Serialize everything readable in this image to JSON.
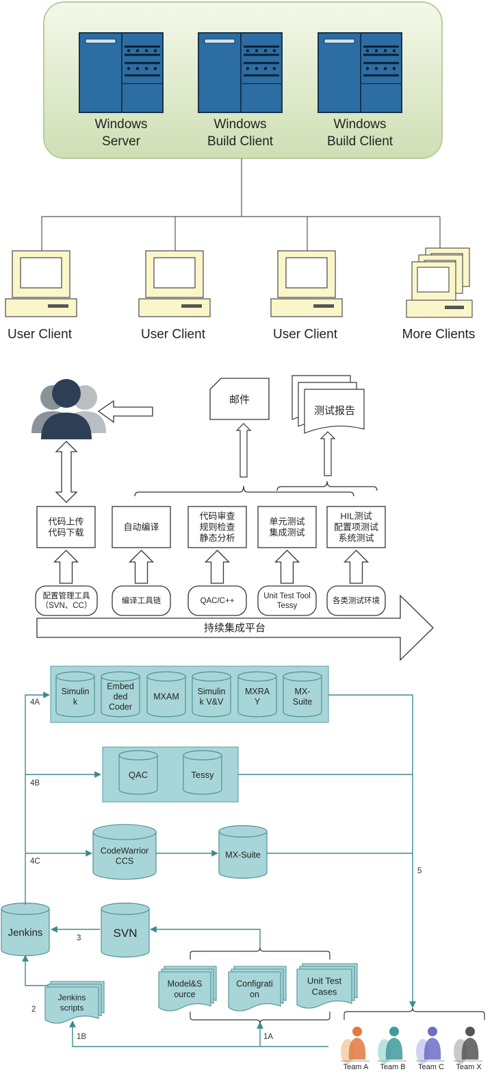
{
  "network": {
    "servers": [
      {
        "line1": "Windows",
        "line2": "Server"
      },
      {
        "line1": "Windows",
        "line2": "Build Client"
      },
      {
        "line1": "Windows",
        "line2": "Build Client"
      }
    ],
    "clients": [
      "User Client",
      "User Client",
      "User Client",
      "More Clients"
    ]
  },
  "ci": {
    "mail_label": "邮件",
    "report_label": "测试报告",
    "steps": [
      {
        "lines": [
          "代码上传",
          "代码下载"
        ]
      },
      {
        "lines": [
          "自动编译"
        ]
      },
      {
        "lines": [
          "代码审查",
          "规则检查",
          "静态分析"
        ]
      },
      {
        "lines": [
          "单元测试",
          "集成测试"
        ]
      },
      {
        "lines": [
          "HIL测试",
          "配置项测试",
          "系统测试"
        ]
      }
    ],
    "tools": [
      {
        "lines": [
          "配置管理工具",
          "（SVN、CC）"
        ]
      },
      {
        "lines": [
          "编译工具链"
        ]
      },
      {
        "lines": [
          "QAC/C++"
        ]
      },
      {
        "lines": [
          "Unit Test Tool",
          "Tessy"
        ]
      },
      {
        "lines": [
          "各类测试环境"
        ]
      }
    ],
    "platform_label": "持续集成平台"
  },
  "flow": {
    "group_4a": [
      {
        "lines": [
          "Simulin",
          "k"
        ]
      },
      {
        "lines": [
          "Embed",
          "ded",
          "Coder"
        ]
      },
      {
        "lines": [
          "MXAM"
        ]
      },
      {
        "lines": [
          "Simulin",
          "k V&V"
        ]
      },
      {
        "lines": [
          "MXRA",
          "Y"
        ]
      },
      {
        "lines": [
          "MX-",
          "Suite"
        ]
      }
    ],
    "group_4b": [
      {
        "lines": [
          "QAC"
        ]
      },
      {
        "lines": [
          "Tessy"
        ]
      }
    ],
    "codewarrior": {
      "lines": [
        "CodeWarrior",
        "CCS"
      ]
    },
    "mx_suite": "MX-Suite",
    "svn": "SVN",
    "jenkins": "Jenkins",
    "jenkins_scripts": {
      "lines": [
        "Jenkins",
        "scripts"
      ]
    },
    "docs": [
      {
        "lines": [
          "Model&S",
          "ource"
        ]
      },
      {
        "lines": [
          "Configrati",
          "on"
        ]
      },
      {
        "lines": [
          "Unit Test",
          "Cases"
        ]
      }
    ],
    "edge_labels": {
      "e4a": "4A",
      "e4b": "4B",
      "e4c": "4C",
      "e5": "5",
      "e3": "3",
      "e2": "2",
      "e1a": "1A",
      "e1b": "1B"
    },
    "teams": [
      "Team A",
      "Team B",
      "Team C",
      "Team X"
    ]
  }
}
